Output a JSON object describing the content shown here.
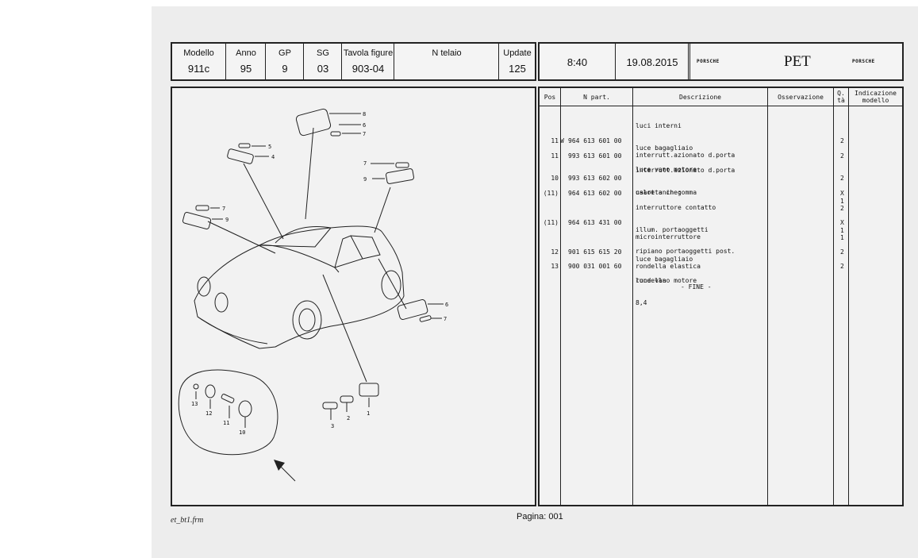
{
  "header": {
    "columns": [
      {
        "label": "Modello",
        "value": "911c"
      },
      {
        "label": "Anno",
        "value": "95"
      },
      {
        "label": "GP",
        "value": "9"
      },
      {
        "label": "SG",
        "value": "03"
      },
      {
        "label": "Tavola figure",
        "value": "903-04"
      },
      {
        "label": "N telaio",
        "value": ""
      },
      {
        "label": "Update",
        "value": "125"
      }
    ],
    "time": "8:40",
    "date": "19.08.2015",
    "logo_left": "PORSCHE",
    "title": "PET",
    "logo_right": "PORSCHE"
  },
  "table": {
    "headers": {
      "pos": "Pos",
      "part": "N part.",
      "desc": "Descrizione",
      "obs": "Osservazione",
      "qty_1": "Q.",
      "qty_2": "tà",
      "model_1": "Indicazione",
      "model_2": "modello"
    },
    "rows": [
      {
        "pos": "",
        "flag": "",
        "part": "",
        "desc": [
          "luci interni",
          "luce bagagliaio",
          "luce vano motore"
        ],
        "qty": [
          ""
        ]
      },
      {
        "pos": "11",
        "flag": "W",
        "part": "964 613 601 00",
        "desc": [
          "interrutt.azionato d.porta"
        ],
        "qty": [
          "2"
        ]
      },
      {
        "pos": "11",
        "flag": "",
        "part": "993 613 601 00",
        "desc": [
          "interrutt.azionato d.porta",
          "usare anche:"
        ],
        "qty": [
          "2"
        ]
      },
      {
        "pos": "10",
        "flag": "",
        "part": "993 613 602 00",
        "desc": [
          "calotta in gomma"
        ],
        "qty": [
          "2"
        ]
      },
      {
        "pos": "(11)",
        "flag": "",
        "part": "964 613 602 00",
        "desc": [
          "interruttore contatto",
          "illum. portaoggetti",
          "ripiano portaoggetti post."
        ],
        "qty": [
          "X",
          "1",
          "2"
        ]
      },
      {
        "pos": "(11)",
        "flag": "",
        "part": "964 613 431 00",
        "desc": [
          "microinterruttore",
          "luce bagagliaio",
          "luce vano motore"
        ],
        "qty": [
          "X",
          "1",
          "1"
        ]
      },
      {
        "pos": "12",
        "flag": "",
        "part": "901 615 615 20",
        "desc": [
          "rondella elastica"
        ],
        "qty": [
          "2"
        ]
      },
      {
        "pos": "13",
        "flag": "",
        "part": "900 031 001 60",
        "desc": [
          "rondella",
          "8,4"
        ],
        "qty": [
          "2"
        ]
      }
    ],
    "end_marker": "- FINE -"
  },
  "callouts": {
    "c8": "8",
    "c6a": "6",
    "c7a": "7",
    "c5": "5",
    "c4": "4",
    "c7b": "7",
    "c9a": "9",
    "c7c": "7",
    "c9b": "9",
    "c6b": "6",
    "c7d": "7",
    "c1": "1",
    "c2": "2",
    "c3": "3",
    "c13": "13",
    "c12": "12",
    "c11": "11",
    "c10": "10"
  },
  "footer": {
    "form": "et_bt1.frm",
    "page": "Pagina: 001"
  }
}
